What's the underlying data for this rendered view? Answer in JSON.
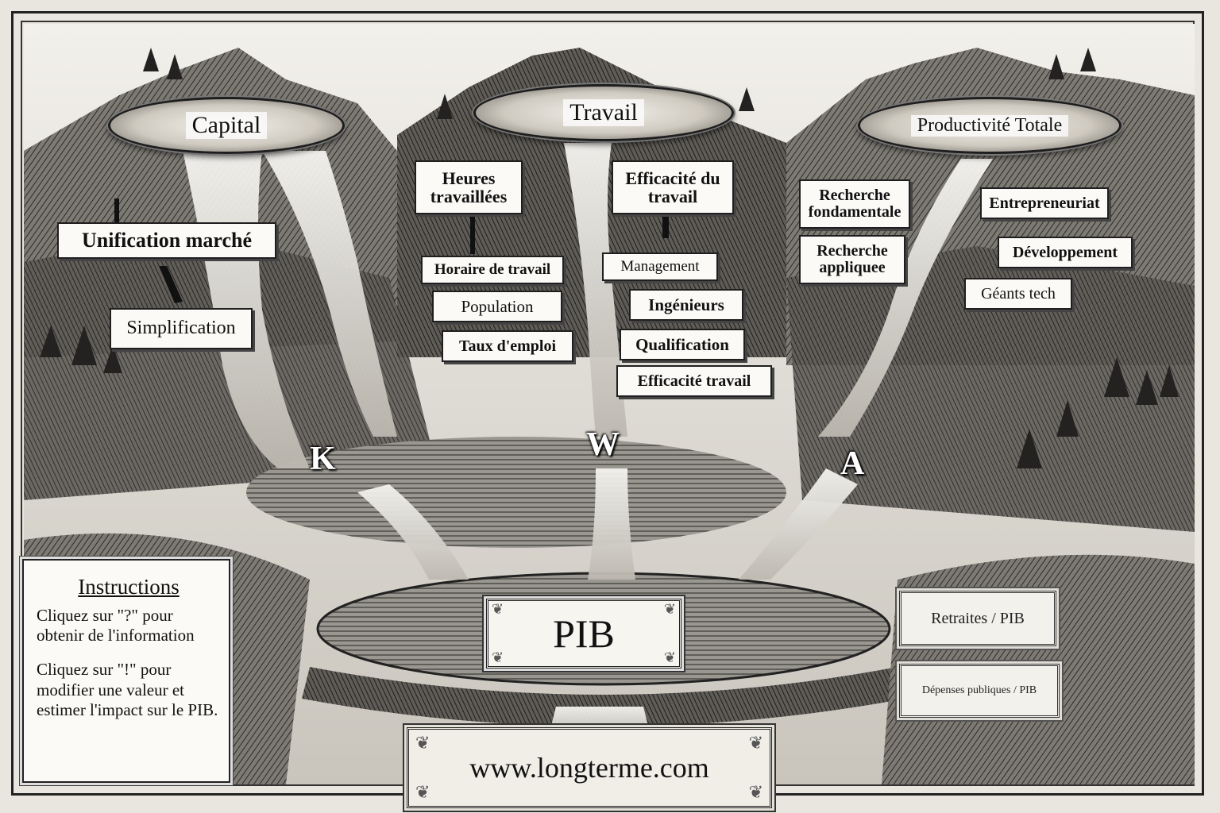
{
  "ovals": {
    "capital": "Capital",
    "travail": "Travail",
    "productivite": "Productivité Totale"
  },
  "capital_labels": {
    "unification": "Unification marché",
    "simplification": "Simplification"
  },
  "travail_labels": {
    "heures": "Heures travaillées",
    "efficacite": "Efficacité du travail",
    "horaire": "Horaire de travail",
    "population": "Population",
    "taux": "Taux d'emploi",
    "management": "Management",
    "ingenieurs": "Ingénieurs",
    "qualification": "Qualification",
    "efficacite_travail": "Efficacité travail"
  },
  "productivite_labels": {
    "recherche_fond": "Recherche fondamentale",
    "recherche_appl": "Recherche appliquee",
    "entrepreneuriat": "Entrepreneuriat",
    "developpement": "Développement",
    "geants": "Géants tech"
  },
  "letters": {
    "k": "K",
    "w": "W",
    "a": "A"
  },
  "pib": "PIB",
  "side_buttons": {
    "retraites": "Retraites / PIB",
    "depenses": "Dépenses publiques / PIB"
  },
  "website": "www.longterme.com",
  "instructions": {
    "title": "Instructions",
    "p1": "Cliquez sur \"?\" pour obtenir de l'information",
    "p2": "Cliquez sur \"!\" pour modifier une valeur et estimer l'impact sur le PIB."
  }
}
